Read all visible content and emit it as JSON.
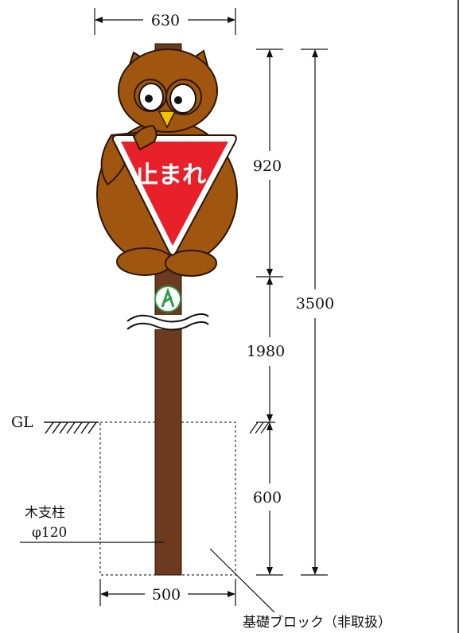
{
  "dimensions": {
    "top_width": "630",
    "sign_height": "920",
    "total_height": "3500",
    "post_height": "1980",
    "foundation_depth": "600",
    "foundation_width": "500"
  },
  "labels": {
    "ground_line": "GL",
    "post_name": "木支柱",
    "post_diameter": "φ120",
    "foundation_block": "基礎ブロック（非取扱）"
  },
  "sign": {
    "text": "止まれ"
  },
  "colors": {
    "owl_brown": "#a0560f",
    "owl_outline": "#2a1606",
    "post_brown": "#6b3a1f",
    "stop_red": "#e8202a",
    "beak_yellow": "#f5c400",
    "badge_green": "#2f9a4a"
  },
  "icons": [
    "owl-figure",
    "stop-sign-triangle",
    "forest-certification-badge",
    "break-symbol",
    "ground-hatch"
  ]
}
